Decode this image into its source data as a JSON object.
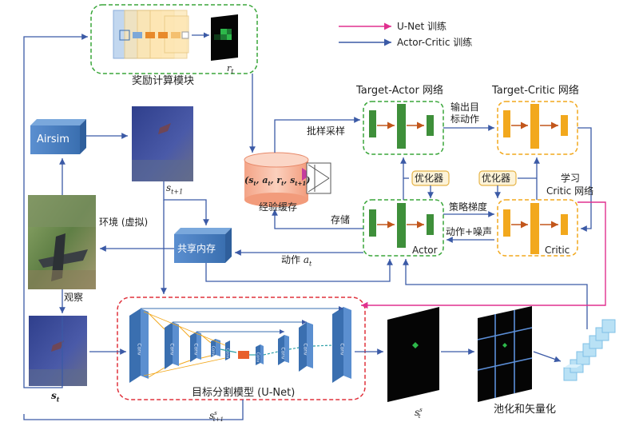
{
  "legend": {
    "unet": "U-Net 训练",
    "actor_critic": "Actor-Critic 训练"
  },
  "reward_module": {
    "label": "奖励计算模块",
    "output": "r",
    "output_sub": "t"
  },
  "airsim": {
    "label": "Airsim"
  },
  "environment": {
    "label": "环境 (虚拟)"
  },
  "observe": {
    "label": "观察"
  },
  "state_next": {
    "base": "s",
    "sub": "t+1"
  },
  "state_now": {
    "base": "s",
    "sub": "t"
  },
  "state_seg": {
    "base": "s",
    "sup": "s",
    "sub": "t"
  },
  "state_seg_next": {
    "base": "s",
    "sup": "s",
    "sub": "t+1"
  },
  "shared_memory": {
    "label": "共享内存"
  },
  "action_label": {
    "text": "动作",
    "var": "a",
    "sub": "t"
  },
  "replay": {
    "tuple": "(s",
    "tuple_full": "(st, at, rt, st+1)",
    "label": "经验缓存"
  },
  "sampling": {
    "label": "批样采样"
  },
  "store": {
    "label": "存储"
  },
  "target_actor": {
    "label": "Target-Actor 网络"
  },
  "target_critic": {
    "label": "Target-Critic 网络"
  },
  "output_action": {
    "line1": "输出目",
    "line2": "标动作"
  },
  "optimizer_actor": {
    "label": "优化器"
  },
  "optimizer_critic": {
    "label": "优化器"
  },
  "learn": {
    "line1": "学习",
    "line2": "Critic 网络"
  },
  "policy_grad": {
    "label": "策略梯度"
  },
  "action_noise": {
    "label": "动作+噪声"
  },
  "actor": {
    "label": "Actor"
  },
  "critic": {
    "label": "Critic"
  },
  "unet": {
    "label": "目标分割模型 (U-Net)",
    "conv_label": "Conv"
  },
  "pooling": {
    "label": "池化和矢量化"
  },
  "colors": {
    "unet_arrow": "#e0308f",
    "ac_arrow": "#3b5aa6",
    "green": "#3e8f3a",
    "orange": "#f2a81d",
    "blue_box": "#4a86c5",
    "dash_green": "#3aa63a",
    "dash_red": "#e0323c",
    "dash_orange": "#f2a81d"
  }
}
